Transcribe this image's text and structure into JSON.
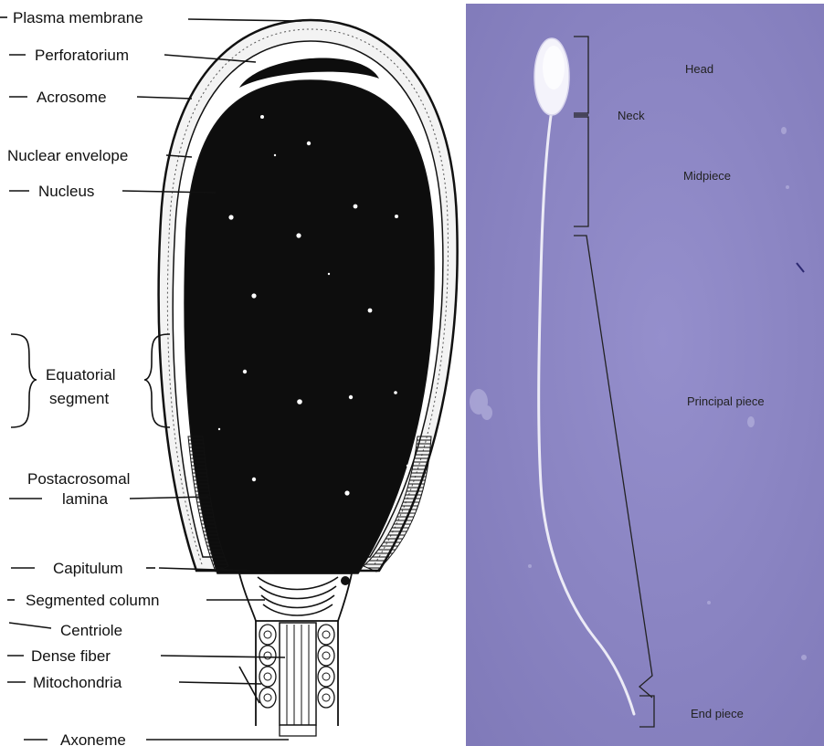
{
  "diagram": {
    "labels": [
      "Plasma membrane",
      "Perforatorium",
      "Acrosome",
      "Nuclear envelope",
      "Nucleus",
      "Equatorial",
      "segment",
      "Postacrosomal",
      "lamina",
      "Capitulum",
      "Segmented column",
      "Centriole",
      "Dense fiber",
      "Mitochondria",
      "Axoneme"
    ]
  },
  "photo": {
    "labels": [
      "Head",
      "Neck",
      "Midpiece",
      "Principal piece",
      "End piece"
    ],
    "background_color": "#8d87c4",
    "cell_color": "#ecebf6"
  }
}
